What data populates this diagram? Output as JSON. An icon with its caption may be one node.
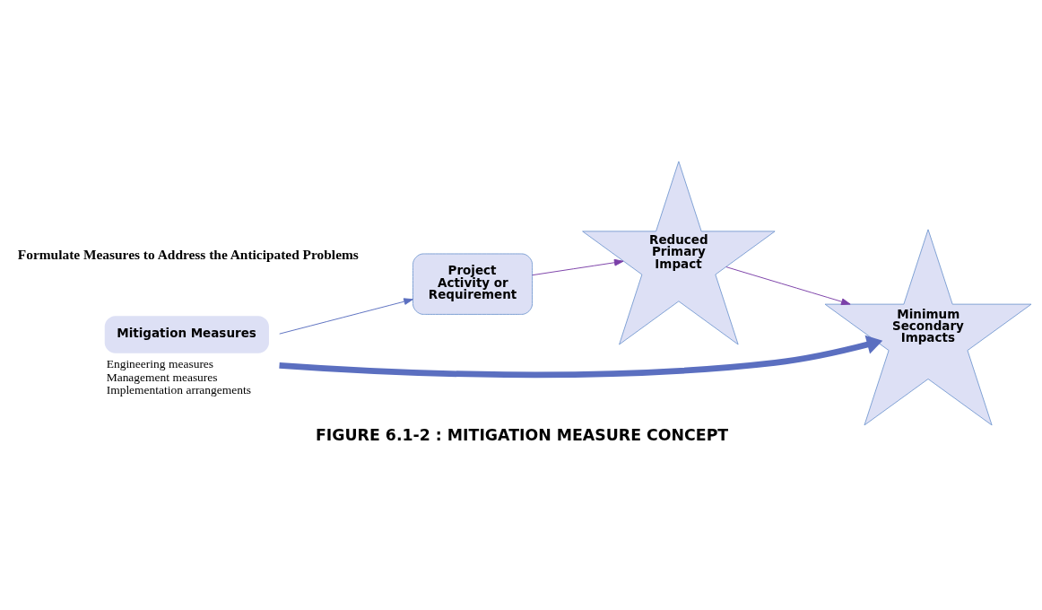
{
  "diagram": {
    "caption": "FIGURE 6.1-2 : MITIGATION MEASURE CONCEPT",
    "nodes": [
      {
        "text": [
          "Mitigation Measures"
        ],
        "beside": [
          "Engineering measures",
          "Management measures",
          "Implementation arrangements"
        ]
      },
      {
        "text": [
          "Project Activity or Requirement"
        ]
      },
      {
        "text": [
          "Minimum Secondary Impacts"
        ]
      },
      {
        "text": [
          "Reduced Primary Impact"
        ]
      }
    ],
    "edges": [
      {
        "from": 0,
        "to": 2,
        "arrow": "to",
        "style": "thick",
        "color": "#5b6fc0"
      },
      {
        "from": 0,
        "to": 1,
        "arrow": "to",
        "color": "#5b6fc0"
      },
      {
        "from": 1,
        "to": 3,
        "arrow": "to",
        "color": "#7b3fa8"
      },
      {
        "from": 3,
        "to": 2,
        "arrow": "to",
        "color": "#7b3fa8"
      }
    ],
    "labels": [
      "Formulate Measures to Address the Anticipated Problems"
    ]
  }
}
